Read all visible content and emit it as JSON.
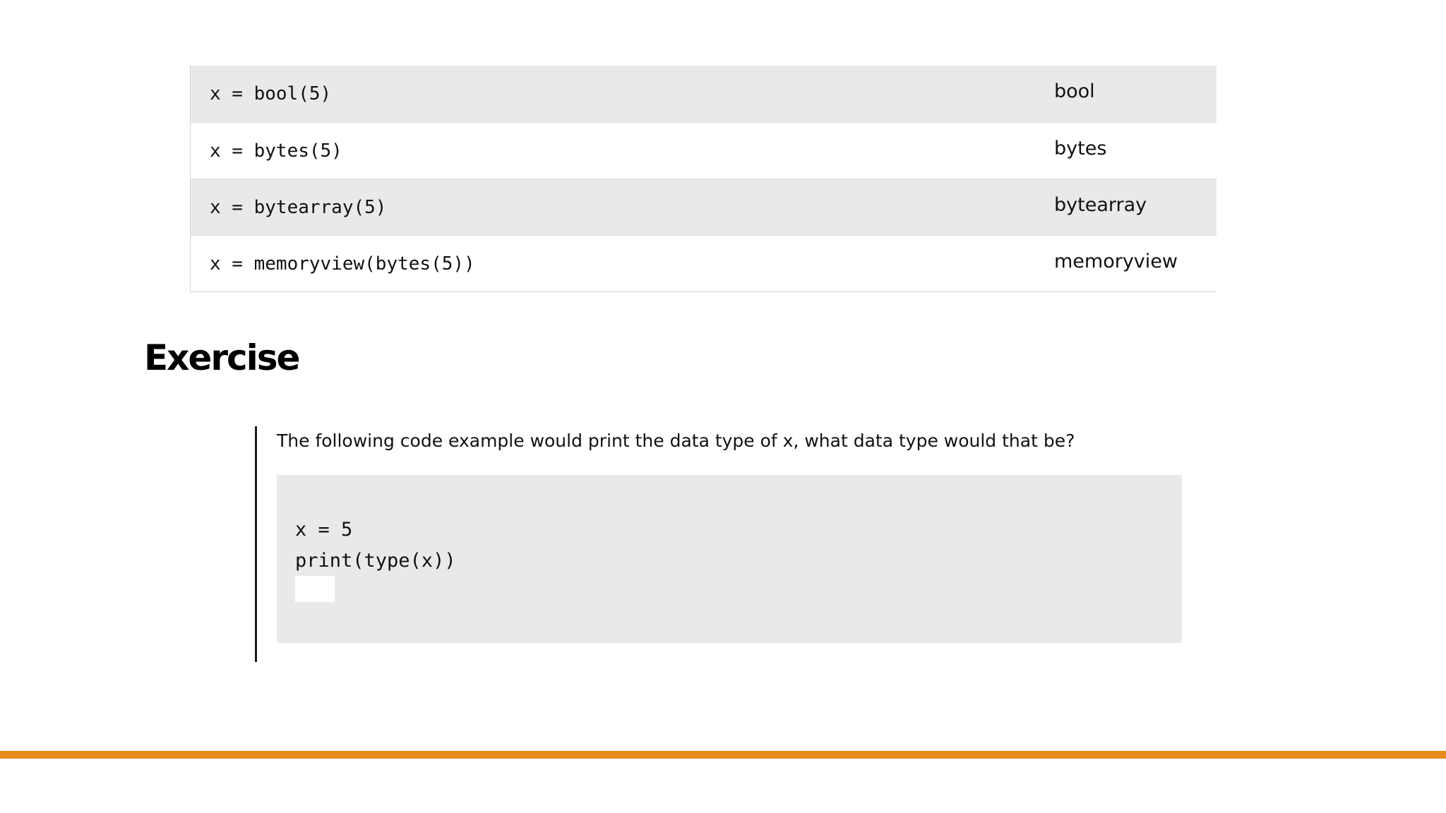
{
  "table": {
    "rows": [
      {
        "code": "x = bool(5)",
        "type": "bool"
      },
      {
        "code": "x = bytes(5)",
        "type": "bytes"
      },
      {
        "code": "x = bytearray(5)",
        "type": "bytearray"
      },
      {
        "code": "x = memoryview(bytes(5))",
        "type": "memoryview"
      }
    ]
  },
  "exercise": {
    "heading": "Exercise",
    "question": "The following code example would print the data type of x, what data type would that be?",
    "code_lines": [
      "x = 5",
      "print(type(x))"
    ],
    "answer_value": ""
  },
  "colors": {
    "accent_bar": "#e8891c",
    "row_shade": "#e7e9eb",
    "code_background": "#e7e9eb"
  }
}
